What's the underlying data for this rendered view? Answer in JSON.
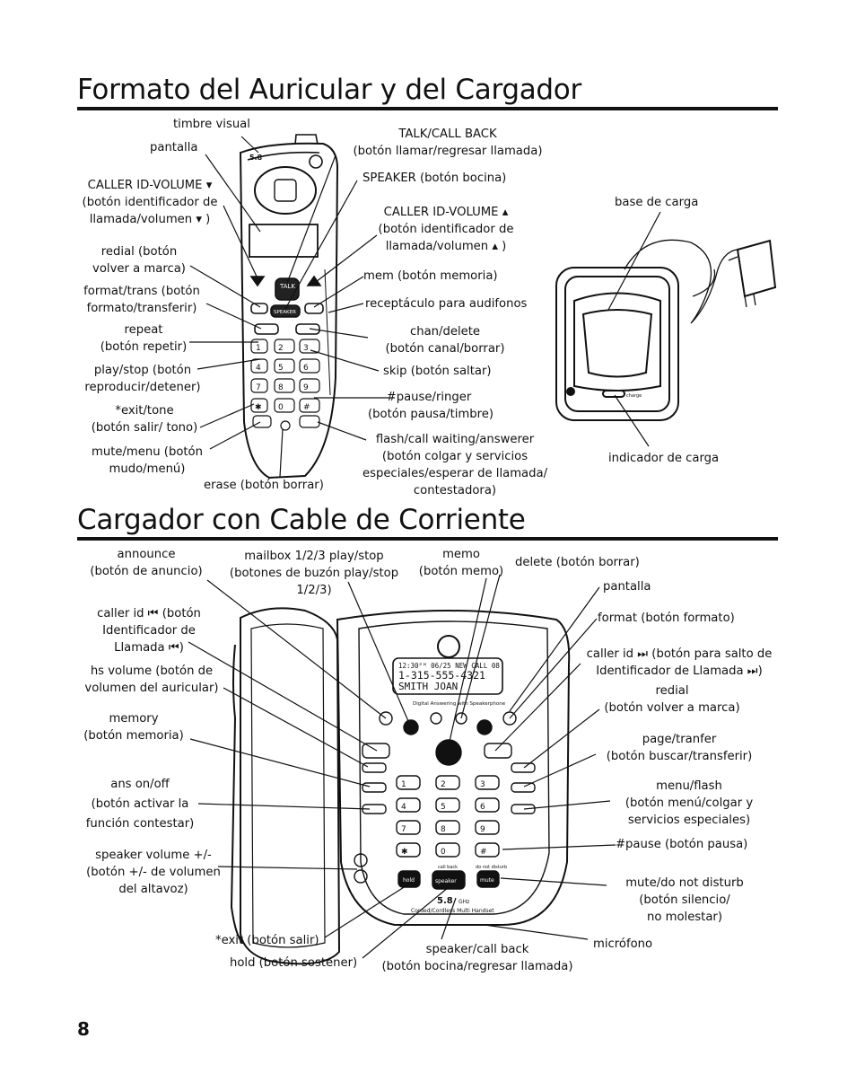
{
  "headings": {
    "handset": "Formato del Auricular y del Cargador",
    "charger": "Cargador con Cable de Corriente"
  },
  "page_number": "8",
  "handset_labels": {
    "timbre": "timbre visual",
    "pantalla": "pantalla",
    "cid_down": "CALLER ID-VOLUME ▾\n(botón identificador de\nllamada/volumen ▾ )",
    "redial": "redial (botón\nvolver a marca)",
    "format": "format/trans (botón\nformato/transferir)",
    "repeat": "repeat\n(botón repetir)",
    "play": "play/stop (botón\nreproducir/detener)",
    "exit": "*exit/tone\n(botón salir/ tono)",
    "mute": "mute/menu (botón\nmudo/menú)",
    "erase": "erase (botón borrar)",
    "talk": "TALK/CALL BACK\n(botón llamar/regresar llamada)",
    "speaker": "SPEAKER (botón bocina)",
    "cid_up": "CALLER ID-VOLUME ▴\n(botón identificador de\nllamada/volumen ▴ )",
    "mem": "mem (botón memoria)",
    "headset": "receptáculo para audifonos",
    "chan": "chan/delete\n(botón canal/borrar)",
    "skip": "skip (botón saltar)",
    "pause": "#pause/ringer\n(botón pausa/timbre)",
    "flash": "flash/call waiting/answerer\n(botón colgar y servicios\nespeciales/esperar de llamada/\ncontestadora)",
    "base": "base de carga",
    "charge_ind": "indicador de carga"
  },
  "charger_labels": {
    "announce": "announce\n(botón de anuncio)",
    "mailbox": "mailbox 1/2/3 play/stop\n(botones de buzón play/stop\n1/2/3)",
    "memo": "memo\n(botón memo)",
    "delete": "delete (botón borrar)",
    "pantalla": "pantalla",
    "callerid_prev": "caller id ⏮ (botón\nIdentificador de\nLlamada ⏮)",
    "format": "format (botón formato)",
    "callerid_next": "caller id ⏭ (botón para salto de\nIdentificador de Llamada ⏭)",
    "hsvol": "hs volume (botón de\nvolumen del auricular)",
    "redial": "redial\n(botón volver a marca)",
    "memory": "memory\n(botón memoria)",
    "page": "page/tranfer\n(botón buscar/transferir)",
    "ans": "ans on/off\n(botón activar la\nfunción contestar)",
    "menu": "menu/flash\n(botón menú/colgar y\nservicios especiales)",
    "pause": "#pause (botón pausa)",
    "spkvol": "speaker volume +/-\n(botón +/- de volumen\ndel altavoz)",
    "mute": "mute/do not disturb\n(botón silencio/\nno molestar)",
    "exit": "*exit (botón salir)",
    "hold": "hold (botón sostener)",
    "speaker": "speaker/call back\n(botón bocina/regresar llamada)",
    "mic": "micrófono"
  },
  "device_text": {
    "handset_freq": "5.8",
    "handset_talk": "TALK",
    "handset_speaker": "SPEAKER",
    "base_charge": "charge",
    "lcd_line1": "12:30ᴾᴹ  06/25  NEW CALL 08",
    "lcd_line2": "1-315-555-4321",
    "lcd_line3": "SMITH JOAN",
    "base_brand_line": "Digital Answering with Speakerphone",
    "base_freq": "5.8",
    "base_ghz": "GHz",
    "base_model": "Corded/Cordless Multi Handset",
    "key_hold": "hold",
    "key_speaker": "speaker",
    "key_mute": "mute",
    "key_callback": "call back",
    "key_dnd": "do not disturb"
  }
}
